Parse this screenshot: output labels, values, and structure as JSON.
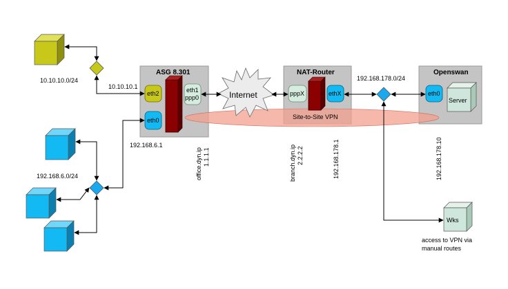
{
  "colors": {
    "cube_yellow": "#c8c81a",
    "cube_cyan": "#12b9f2",
    "hub_yellow": "#c8c81a",
    "hub_cyan": "#1aa9ef",
    "box_gray": "#c4c4c4",
    "router_red": "#8b0000",
    "port_yellow": "#c8c81a",
    "port_cyan": "#12b9f2",
    "port_mint": "#d6ecdf",
    "vpn_ellipse": "#f4a090",
    "server_face": "#cfe6dc"
  },
  "asg": {
    "title": "ASG 8.301",
    "eth2": "eth2",
    "eth0": "eth0",
    "eth1": "eth1",
    "ppp0": "ppp0",
    "ip": "192.168.6.1"
  },
  "nat": {
    "title": "NAT-Router",
    "pppx": "pppX",
    "ethx": "ethX"
  },
  "openswan": {
    "title": "Openswan",
    "eth0": "eth0",
    "server": "Server"
  },
  "internet": {
    "label": "Internet"
  },
  "vpn": {
    "label": "Site-to-Site VPN"
  },
  "network": {
    "net_10": "10.10.10.0/24",
    "ip_10_1": "10.10.10.1",
    "net_6": "192.168.6.0/24",
    "net_178": "192.168.178.0/24"
  },
  "vertical_labels": {
    "office_name": "office.dyn.ip",
    "office_ip": "1.1.1.1",
    "branch_name": "branch.dyn.ip",
    "branch_ip": "2.2.2.2",
    "nat_ip": "192.168.178.1",
    "openswan_ip": "192.168.178.10"
  },
  "wks": {
    "label": "Wks",
    "note_line1": "access to VPN via",
    "note_line2": "manual routes"
  }
}
